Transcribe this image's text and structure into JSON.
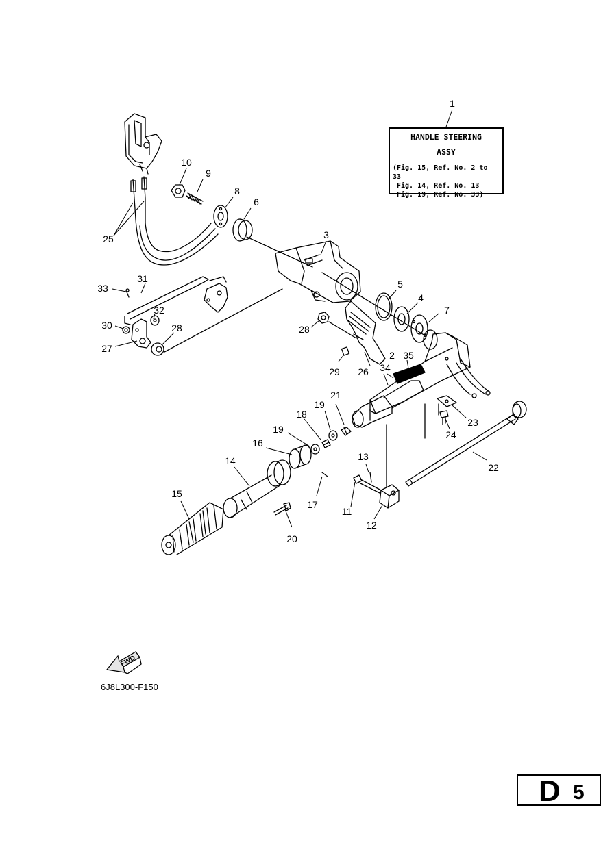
{
  "legend": {
    "callout": "1",
    "title": "HANDLE STEERING",
    "subtitle": "ASSY",
    "refs": [
      "(Fig. 15, Ref. No. 2 to 33",
      "Fig. 14, Ref. No. 13",
      "Fig. 19, Ref. No. 33)"
    ]
  },
  "callouts": [
    "1",
    "2",
    "3",
    "4",
    "5",
    "6",
    "7",
    "8",
    "9",
    "10",
    "11",
    "12",
    "13",
    "14",
    "15",
    "16",
    "17",
    "18",
    "19",
    "19",
    "20",
    "21",
    "22",
    "23",
    "24",
    "25",
    "26",
    "27",
    "28",
    "28",
    "29",
    "30",
    "31",
    "32",
    "33",
    "34",
    "35"
  ],
  "fwd_label": "FWD",
  "part_code": "6J8L300-F150",
  "page_tag": {
    "letter": "D",
    "number": "5"
  },
  "colors": {
    "ink": "#000000",
    "paper": "#ffffff",
    "shade": "#d9d9d9"
  }
}
